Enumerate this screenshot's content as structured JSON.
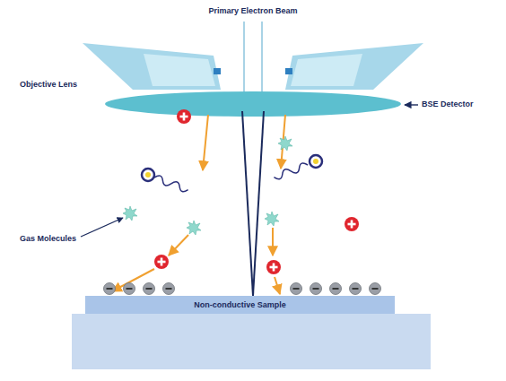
{
  "diagram": {
    "nodes": [
      {
        "text": [
          "Non-conductive Sample"
        ]
      }
    ],
    "labels": [
      "Primary Electron Beam",
      "Objective Lens",
      "BSE Detector",
      "Gas Molecules"
    ]
  }
}
